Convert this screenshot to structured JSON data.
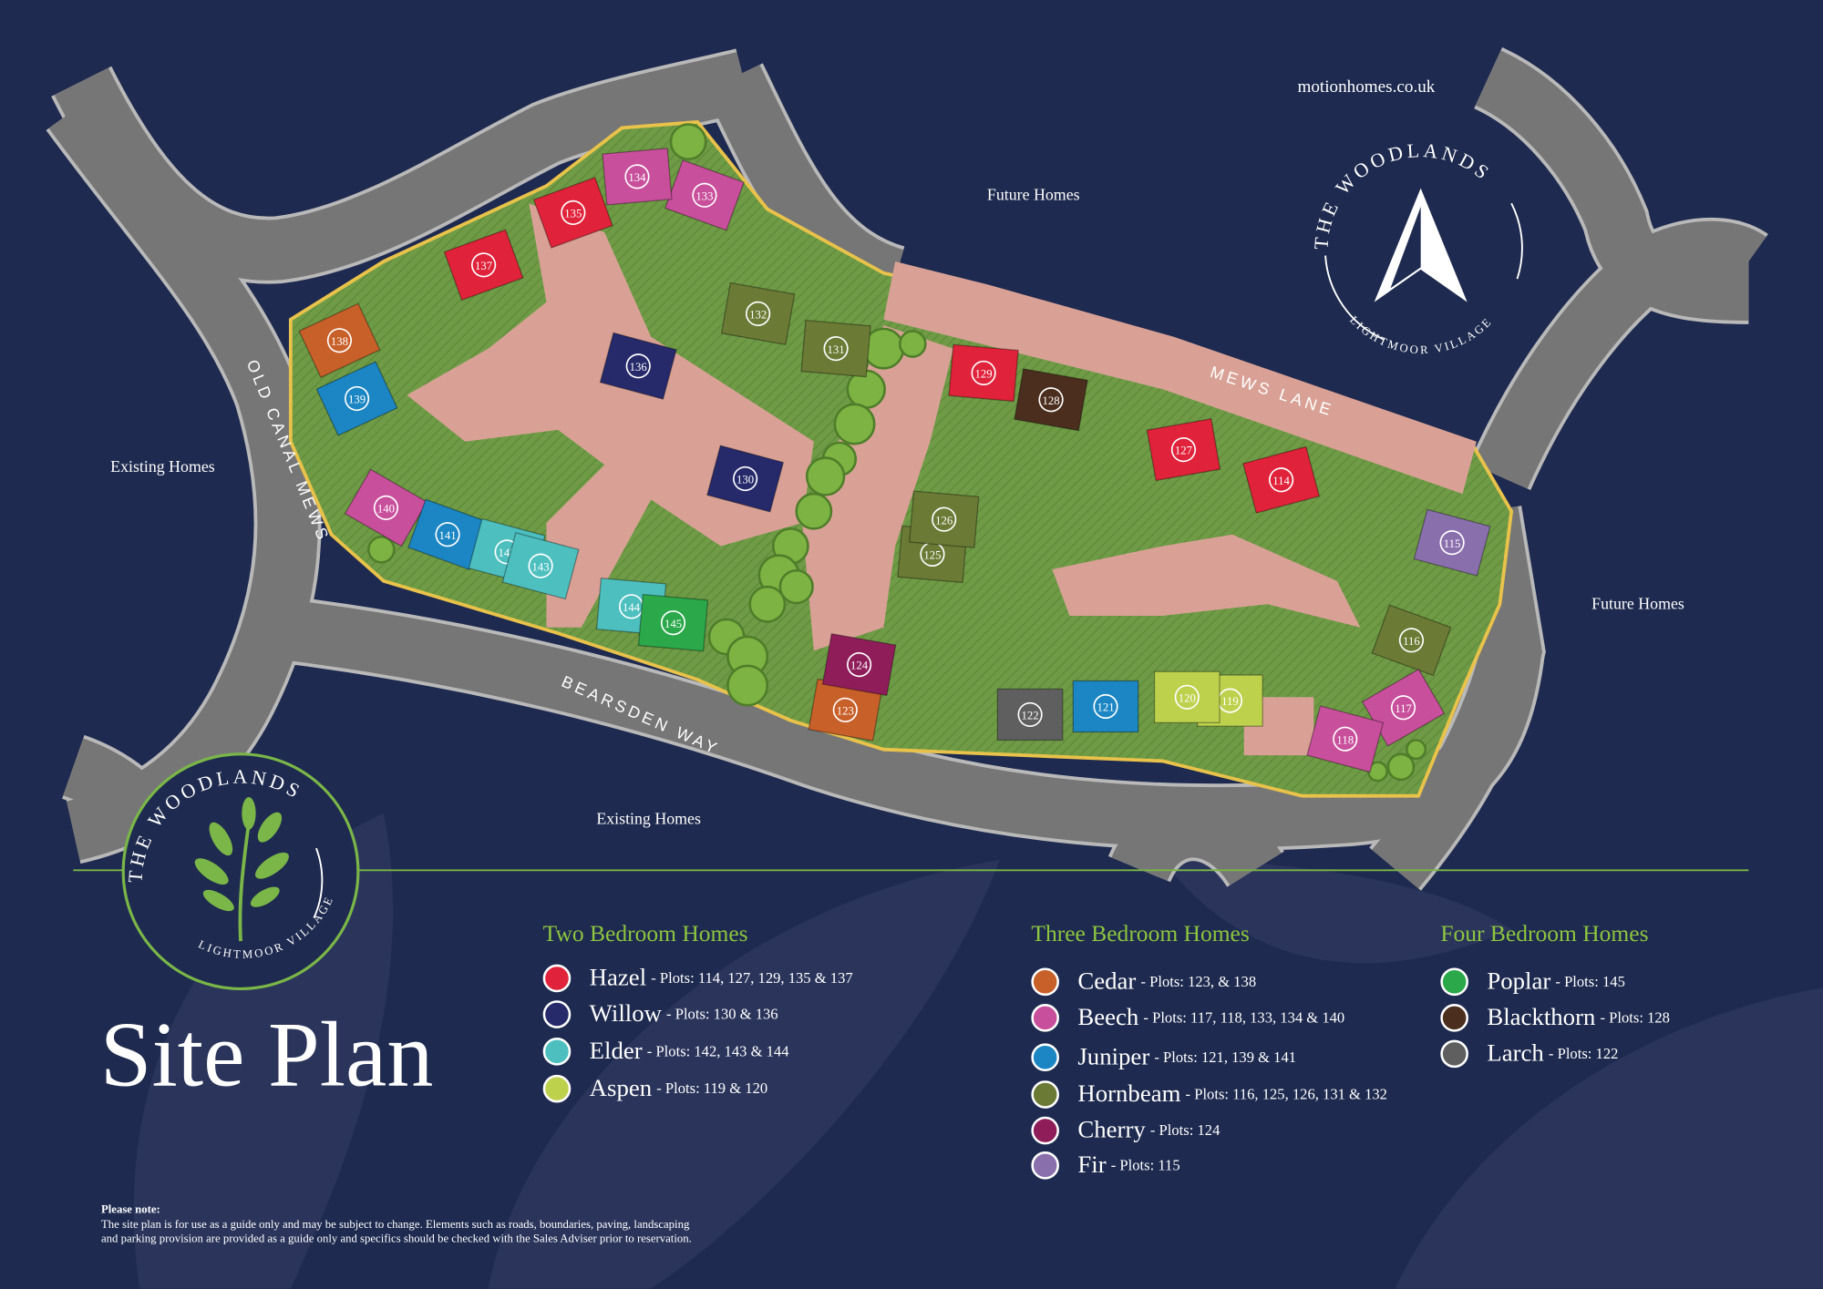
{
  "website": "motionhomes.co.uk",
  "map": {
    "area_labels": {
      "future_homes_top": "Future Homes",
      "future_homes_right": "Future Homes",
      "existing_homes_left": "Existing Homes",
      "existing_homes_bottom": "Existing Homes"
    },
    "roads": {
      "old_canal_mews": "OLD CANAL MEWS",
      "bearsden_way": "BEARSDEN WAY",
      "mews_lane": "MEWS LANE"
    },
    "compass_logo": {
      "top_text": "THE WOODLANDS",
      "bottom_text": "LIGHTMOOR VILLAGE",
      "icon": "north-arrow-icon"
    },
    "plots": [
      {
        "number": "114",
        "type": "Hazel"
      },
      {
        "number": "115",
        "type": "Fir"
      },
      {
        "number": "116",
        "type": "Hornbeam"
      },
      {
        "number": "117",
        "type": "Beech"
      },
      {
        "number": "118",
        "type": "Beech"
      },
      {
        "number": "119",
        "type": "Aspen"
      },
      {
        "number": "120",
        "type": "Aspen"
      },
      {
        "number": "121",
        "type": "Juniper"
      },
      {
        "number": "122",
        "type": "Larch"
      },
      {
        "number": "123",
        "type": "Cedar"
      },
      {
        "number": "124",
        "type": "Cherry"
      },
      {
        "number": "125",
        "type": "Hornbeam"
      },
      {
        "number": "126",
        "type": "Hornbeam"
      },
      {
        "number": "127",
        "type": "Hazel"
      },
      {
        "number": "128",
        "type": "Blackthorn"
      },
      {
        "number": "129",
        "type": "Hazel"
      },
      {
        "number": "130",
        "type": "Willow"
      },
      {
        "number": "131",
        "type": "Hornbeam"
      },
      {
        "number": "132",
        "type": "Hornbeam"
      },
      {
        "number": "133",
        "type": "Beech"
      },
      {
        "number": "134",
        "type": "Beech"
      },
      {
        "number": "135",
        "type": "Hazel"
      },
      {
        "number": "136",
        "type": "Willow"
      },
      {
        "number": "137",
        "type": "Hazel"
      },
      {
        "number": "138",
        "type": "Cedar"
      },
      {
        "number": "139",
        "type": "Juniper"
      },
      {
        "number": "140",
        "type": "Beech"
      },
      {
        "number": "141",
        "type": "Juniper"
      },
      {
        "number": "142",
        "type": "Elder"
      },
      {
        "number": "143",
        "type": "Elder"
      },
      {
        "number": "144",
        "type": "Elder"
      },
      {
        "number": "145",
        "type": "Poplar"
      }
    ]
  },
  "logo": {
    "top_text": "THE WOODLANDS",
    "bottom_text": "LIGHTMOOR VILLAGE",
    "icon": "leaf-branch-icon"
  },
  "title": "Site Plan",
  "legend": {
    "groups": [
      {
        "heading": "Two Bedroom Homes",
        "items": [
          {
            "name": "Hazel",
            "plots": "- Plots: 114, 127, 129, 135 & 137",
            "color": "#e0223a"
          },
          {
            "name": "Willow",
            "plots": "- Plots: 130 & 136",
            "color": "#262a6b"
          },
          {
            "name": "Elder",
            "plots": "- Plots: 142, 143 & 144",
            "color": "#4dbfbf"
          },
          {
            "name": "Aspen",
            "plots": "- Plots: 119 & 120",
            "color": "#bdd14c"
          }
        ]
      },
      {
        "heading": "Three Bedroom Homes",
        "items": [
          {
            "name": "Cedar",
            "plots": "- Plots: 123, & 138",
            "color": "#c8602a"
          },
          {
            "name": "Beech",
            "plots": "- Plots: 117, 118, 133, 134 & 140",
            "color": "#c84f9b"
          },
          {
            "name": "Juniper",
            "plots": "- Plots: 121, 139 & 141",
            "color": "#1b86c3"
          },
          {
            "name": "Hornbeam",
            "plots": "- Plots: 116, 125, 126, 131 & 132",
            "color": "#6b7a35"
          },
          {
            "name": "Cherry",
            "plots": "- Plots: 124",
            "color": "#8e1d5a"
          },
          {
            "name": "Fir",
            "plots": "- Plots: 115",
            "color": "#8a6fad"
          }
        ]
      },
      {
        "heading": "Four Bedroom Homes",
        "items": [
          {
            "name": "Poplar",
            "plots": "- Plots: 145",
            "color": "#2aa84a"
          },
          {
            "name": "Blackthorn",
            "plots": "- Plots: 128",
            "color": "#4b2e1e"
          },
          {
            "name": "Larch",
            "plots": "- Plots: 122",
            "color": "#5f5f5f"
          }
        ]
      }
    ]
  },
  "note": {
    "heading": "Please note:",
    "line1": "The site plan is for use as a guide only and may be subject to change. Elements such as roads, boundaries, paving, landscaping",
    "line2": "and parking provision are provided as a guide only and specifics should be checked with the Sales Adviser prior to reservation."
  },
  "colors": {
    "background": "#1e2a4f",
    "accent_green": "#8cc63f",
    "road": "#7a7a7a",
    "paving": "#d9a196",
    "grass": "#6f9b46"
  }
}
